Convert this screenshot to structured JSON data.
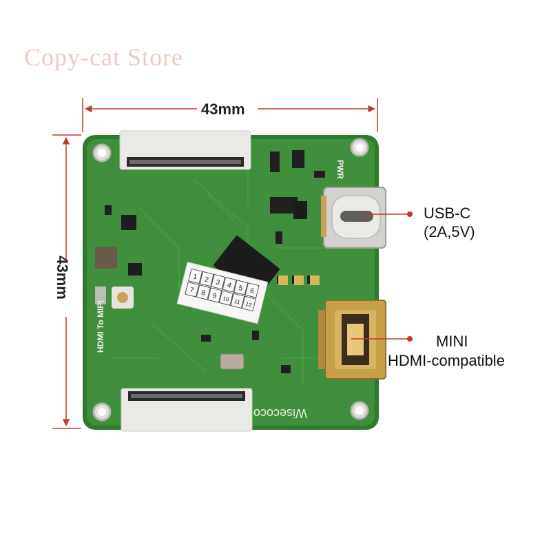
{
  "watermark": "Copy-cat Store",
  "dimensions": {
    "width_label": "43mm",
    "height_label": "43mm"
  },
  "callouts": {
    "usbc_title": "USB-C",
    "usbc_spec": "(2A,5V)",
    "hdmi_title": "MINI",
    "hdmi_spec": "HDMI-compatible"
  },
  "board": {
    "pwr_label": "PWR",
    "brand_label": "Wisecoco",
    "model_label": "HDMI To MIPI",
    "sticker_row1": [
      "1",
      "2",
      "3",
      "4",
      "5",
      "6"
    ],
    "sticker_row2": [
      "7",
      "8",
      "9",
      "10",
      "11",
      "12"
    ]
  },
  "colors": {
    "pcb": "#3f8f3c",
    "pcb_dark": "#2f7a2d",
    "dimension_line": "#c0392b",
    "connector": "#e9e9e6",
    "gold": "#c8a04a"
  }
}
